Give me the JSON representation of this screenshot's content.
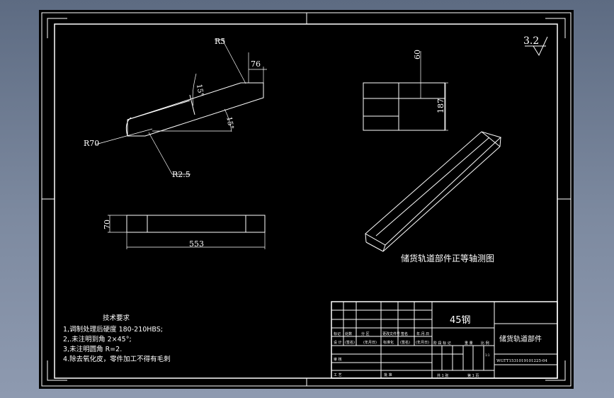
{
  "drawing": {
    "surface_mark": "3.2",
    "side_view": {
      "radius_top": "R5",
      "width_top": "76",
      "angle_upper": "15°",
      "angle_lower": "15°",
      "radius_left": "R70",
      "radius_bottom": "R2.5"
    },
    "front_view": {
      "height": "60",
      "length": "187"
    },
    "bottom_view": {
      "height": "70",
      "length": "553"
    },
    "iso_caption": "储货轨道部件正等轴测图"
  },
  "notes": {
    "heading": "技术要求",
    "items": [
      "1,调制处理后硬度 180-210HBS;",
      "2,.未注明到角 2×45°;",
      "3,未注明圆角 R=2.",
      "4.除去氧化皮，零件加工不得有毛刺"
    ]
  },
  "title_block": {
    "material": "45钢",
    "part_name": "储货轨道部件",
    "drawing_no": "WGTT1531019101225-04",
    "row_labels": [
      "标记",
      "处数",
      "分 区",
      "更改文件号",
      "签名",
      "年.月.日"
    ],
    "row_labels2": [
      "设 计",
      "(签名)",
      "(年月日)",
      "标准化",
      "(签名)",
      "(年月日)"
    ],
    "stage_labels": [
      "阶 段 标 记",
      "重 量",
      "比 例"
    ],
    "review": "审 核",
    "craft": "工 艺",
    "approve": "批 准",
    "sheets_total": "共 1 张",
    "sheet_no": "第 1 页",
    "scale": "1:1"
  }
}
